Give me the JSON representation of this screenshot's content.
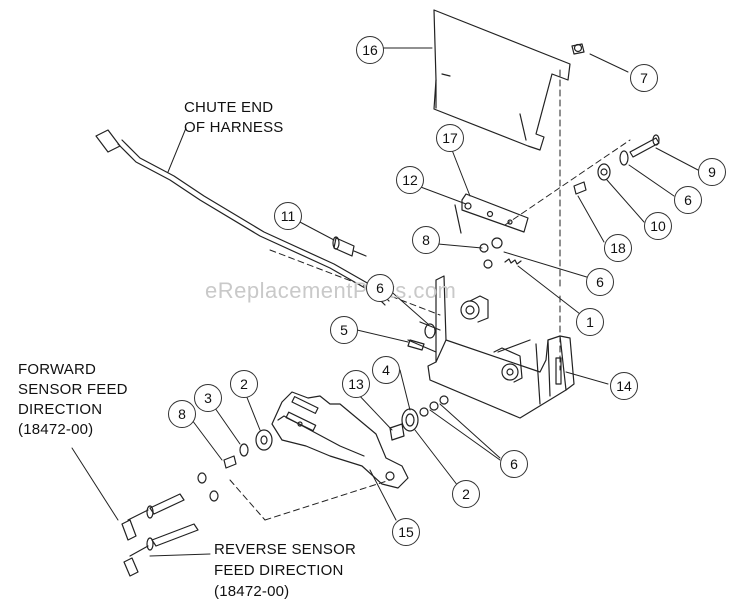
{
  "watermark": "eReplacementParts.com",
  "labels": {
    "chute_end_line1": "CHUTE END",
    "chute_end_line2": "OF HARNESS",
    "forward_line1": "FORWARD",
    "forward_line2": "SENSOR FEED",
    "forward_line3": "DIRECTION",
    "forward_line4": "(18472-00)",
    "reverse_line1": "REVERSE SENSOR",
    "reverse_line2": "FEED DIRECTION",
    "reverse_line3": "(18472-00)"
  },
  "callouts": {
    "c16": "16",
    "c7": "7",
    "c17": "17",
    "c9": "9",
    "c12": "12",
    "c6a": "6",
    "c10": "10",
    "c11": "11",
    "c8a": "8",
    "c18": "18",
    "c6b": "6",
    "c6c": "6",
    "c1": "1",
    "c5": "5",
    "c4": "4",
    "c13": "13",
    "c14": "14",
    "c2a": "2",
    "c3": "3",
    "c8b": "8",
    "c6d": "6",
    "c2b": "2",
    "c15": "15"
  }
}
